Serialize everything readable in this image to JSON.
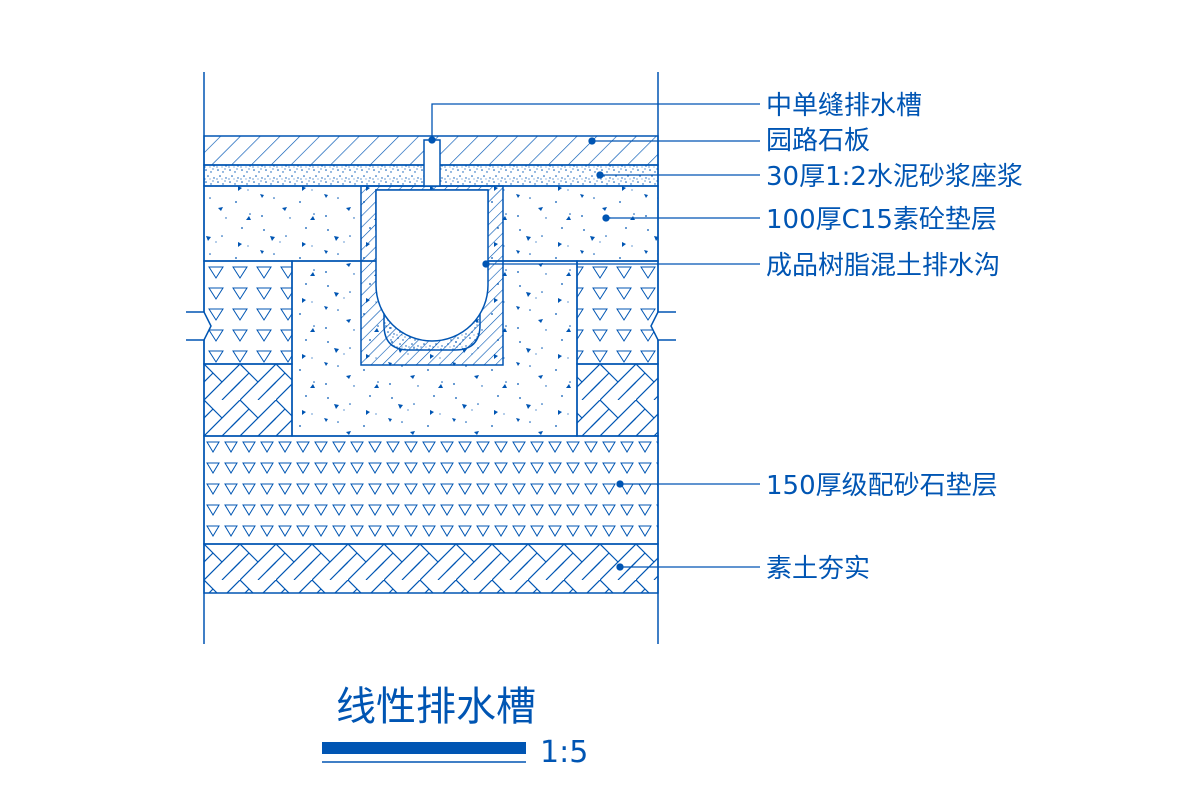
{
  "colors": {
    "line": "#0055b3",
    "background": "#ffffff"
  },
  "labels": [
    {
      "id": "l1",
      "text": "中单缝排水槽"
    },
    {
      "id": "l2",
      "text": "园路石板"
    },
    {
      "id": "l3",
      "text": "30厚1:2水泥砂浆座浆"
    },
    {
      "id": "l4",
      "text": "100厚C15素砼垫层"
    },
    {
      "id": "l5",
      "text": "成品树脂混土排水沟"
    },
    {
      "id": "l6",
      "text": "150厚级配砂石垫层"
    },
    {
      "id": "l7",
      "text": "素土夯实"
    }
  ],
  "title": "线性排水槽",
  "scale": "1:5"
}
